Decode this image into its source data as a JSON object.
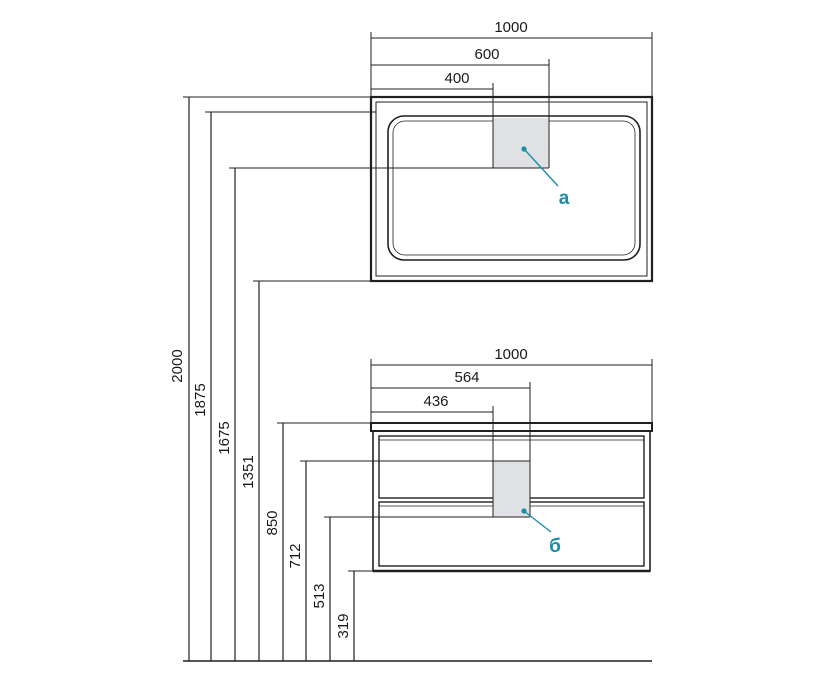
{
  "colors": {
    "line": "#231f20",
    "accent": "#1b8ea5",
    "highlight": "#e0e1e5"
  },
  "mirror": {
    "width_total": "1000",
    "width_mid": "600",
    "width_left": "400",
    "callout": "а"
  },
  "cabinet": {
    "width_total": "1000",
    "width_mid": "564",
    "width_left": "436",
    "callout": "б"
  },
  "heights": {
    "h2000": "2000",
    "h1875": "1875",
    "h1675": "1675",
    "h1351": "1351",
    "h850": "850",
    "h712": "712",
    "h513": "513",
    "h319": "319"
  }
}
